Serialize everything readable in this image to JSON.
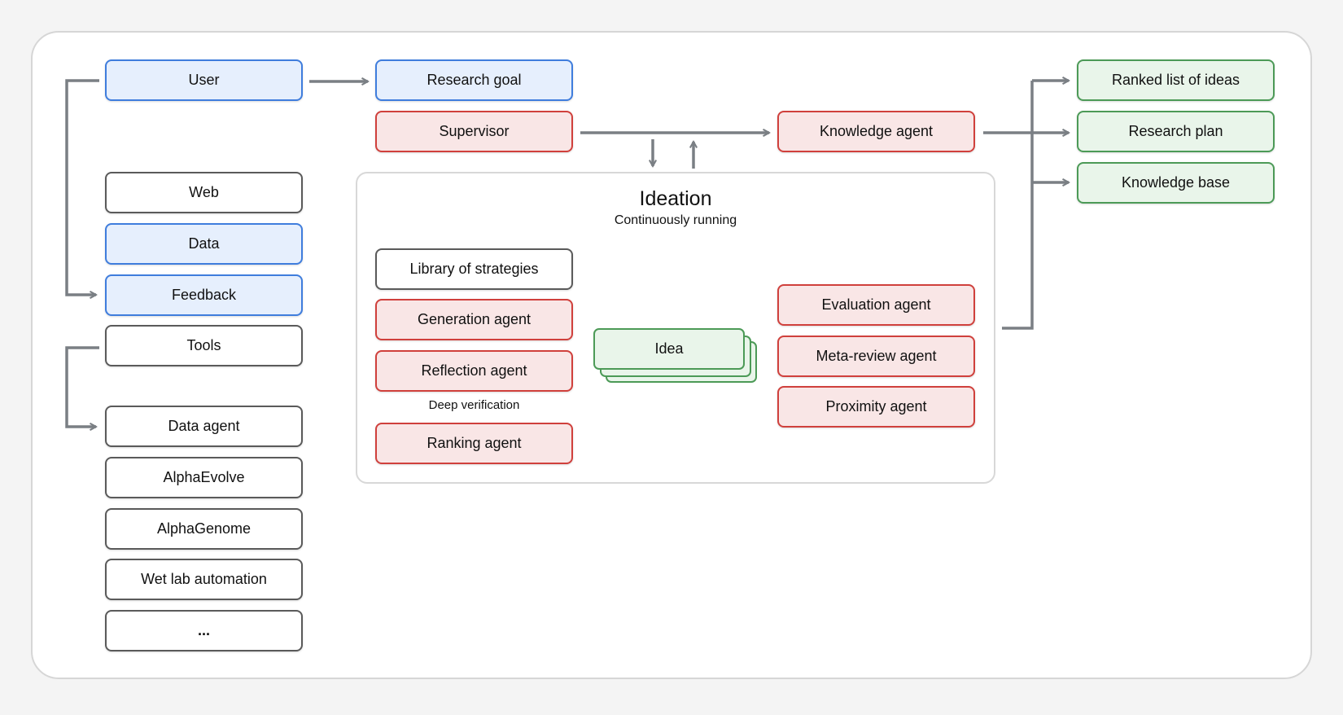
{
  "user": "User",
  "research_goal": "Research goal",
  "supervisor": "Supervisor",
  "knowledge_agent": "Knowledge agent",
  "inputs": {
    "web": "Web",
    "data": "Data",
    "feedback": "Feedback",
    "tools": "Tools"
  },
  "tools": [
    "Data agent",
    "AlphaEvolve",
    "AlphaGenome",
    "Wet lab automation",
    "..."
  ],
  "ideation": {
    "title": "Ideation",
    "subtitle": "Continuously running",
    "library": "Library of strategies",
    "generation": "Generation agent",
    "reflection": "Reflection agent",
    "deep_verification": "Deep verification",
    "ranking": "Ranking agent",
    "idea": "Idea",
    "evaluation": "Evaluation agent",
    "meta_review": "Meta-review agent",
    "proximity": "Proximity agent"
  },
  "outputs": [
    "Ranked list of ideas",
    "Research plan",
    "Knowledge base"
  ],
  "colors": {
    "user_input": "#3f7ddd",
    "agent": "#d0403c",
    "output": "#4c9a57",
    "neutral": "#5a5a5a",
    "arrow": "#7a7f84"
  }
}
